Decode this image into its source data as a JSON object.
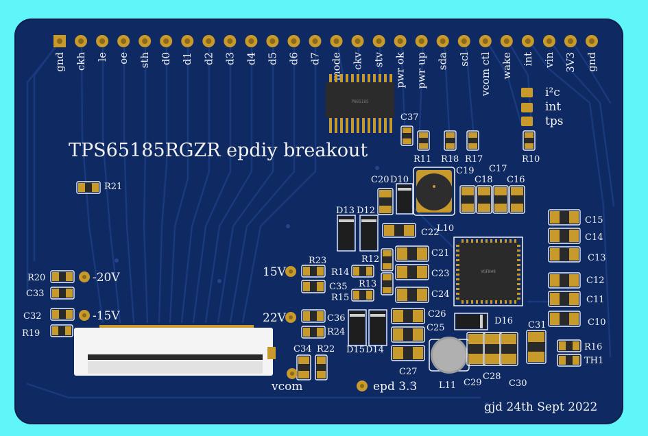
{
  "board": {
    "title": "TPS65185RGZR epdiy breakout",
    "credit": "gjd 24th Sept 2022",
    "colors": {
      "background": "#60f5f9",
      "pcb": "#0f2a63",
      "copper": "#c79a2b",
      "silk": "#f2f2f2",
      "trace": "#1a3a7e"
    }
  },
  "header_pins": [
    "gnd",
    "ckh",
    "le",
    "oe",
    "sth",
    "d0",
    "d1",
    "d2",
    "d3",
    "d4",
    "d5",
    "d6",
    "d7",
    "mode",
    "ckv",
    "stv",
    "pwr ok",
    "pwr up",
    "sda",
    "scl",
    "vcom ctl",
    "wake",
    "int",
    "vin",
    "3V3",
    "gnd"
  ],
  "jumper_labels": [
    "i²c",
    "int",
    "tps"
  ],
  "test_points": [
    "-20V",
    "-15V",
    "15V",
    "22V",
    "vcom",
    "epd 3.3"
  ],
  "refs": [
    "R21",
    "R20",
    "C33",
    "C32",
    "R19",
    "C37",
    "R11",
    "R18",
    "R17",
    "R10",
    "C19",
    "C17",
    "C20",
    "D10",
    "C18",
    "C16",
    "D13",
    "D12",
    "L10",
    "C22",
    "C15",
    "C14",
    "C13",
    "C12",
    "C11",
    "C10",
    "R23",
    "R12",
    "C21",
    "R14",
    "C35",
    "R13",
    "C23",
    "R15",
    "C24",
    "C36",
    "C26",
    "D16",
    "R24",
    "C25",
    "C31",
    "R16",
    "TH1",
    "D15",
    "D14",
    "C34",
    "R22",
    "C27",
    "L11",
    "C29",
    "C28",
    "C30"
  ],
  "chips": {
    "driver_ic_marking": "PN65185",
    "qfn_marking": "VQFN48"
  }
}
